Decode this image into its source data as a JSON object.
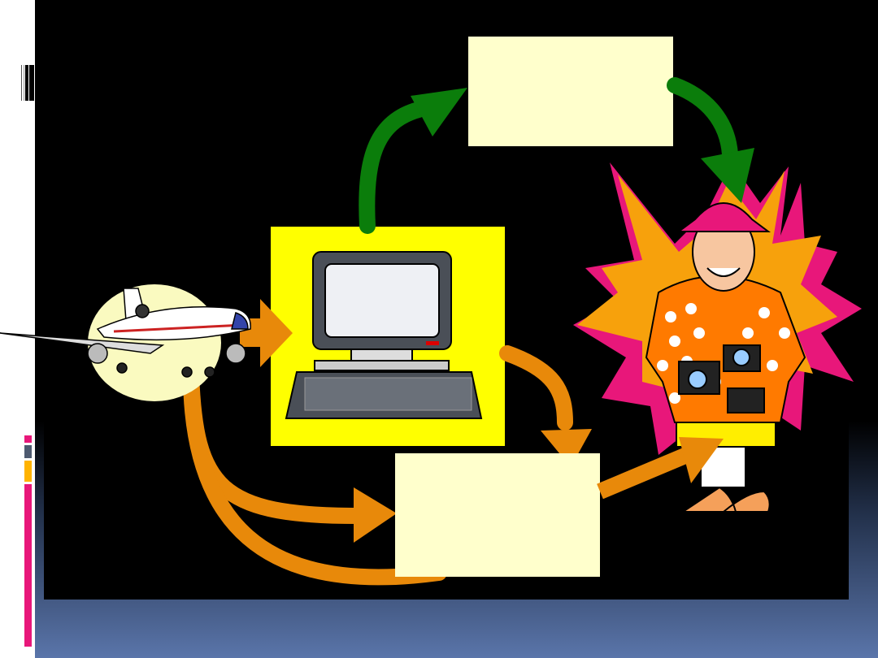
{
  "colors": {
    "panel": "#000000",
    "note_box": "#ffffcc",
    "computer_box": "#ffff00",
    "arrow_green": "#0b7d0b",
    "arrow_orange": "#e8890a",
    "accent_pink": "#e8177a",
    "accent_gold": "#ffb300",
    "accent_slate": "#4e5a70"
  },
  "icons": [
    "airplane-icon",
    "computer-icon",
    "tourist-icon",
    "starburst-icon"
  ],
  "diagram": {
    "boxes": [
      "top-note-box",
      "bottom-note-box"
    ],
    "nodes": [
      "airplane",
      "computer",
      "tourist"
    ]
  }
}
